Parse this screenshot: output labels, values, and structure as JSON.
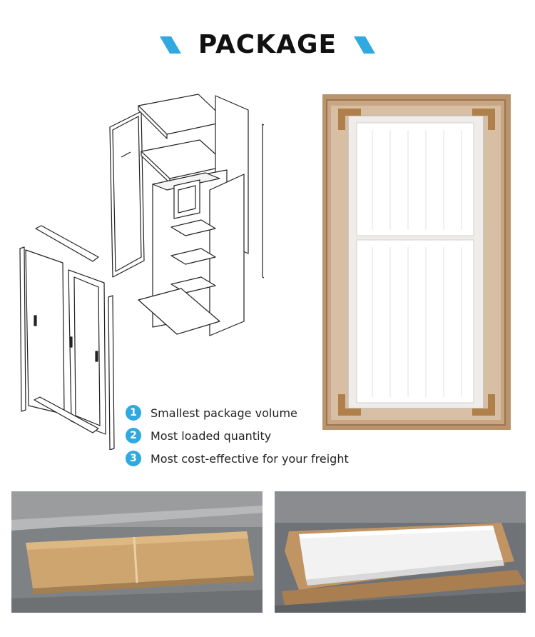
{
  "header": {
    "title": "PACKAGE",
    "accent_color": "#2fa9e0"
  },
  "features": [
    {
      "number": "1",
      "text": "Smallest package volume"
    },
    {
      "number": "2",
      "text": "Most loaded quantity"
    },
    {
      "number": "3",
      "text": "Most cost-effective for your freight"
    }
  ],
  "icons": [
    "slash-left-icon",
    "slash-right-icon",
    "number-badge-icon"
  ]
}
